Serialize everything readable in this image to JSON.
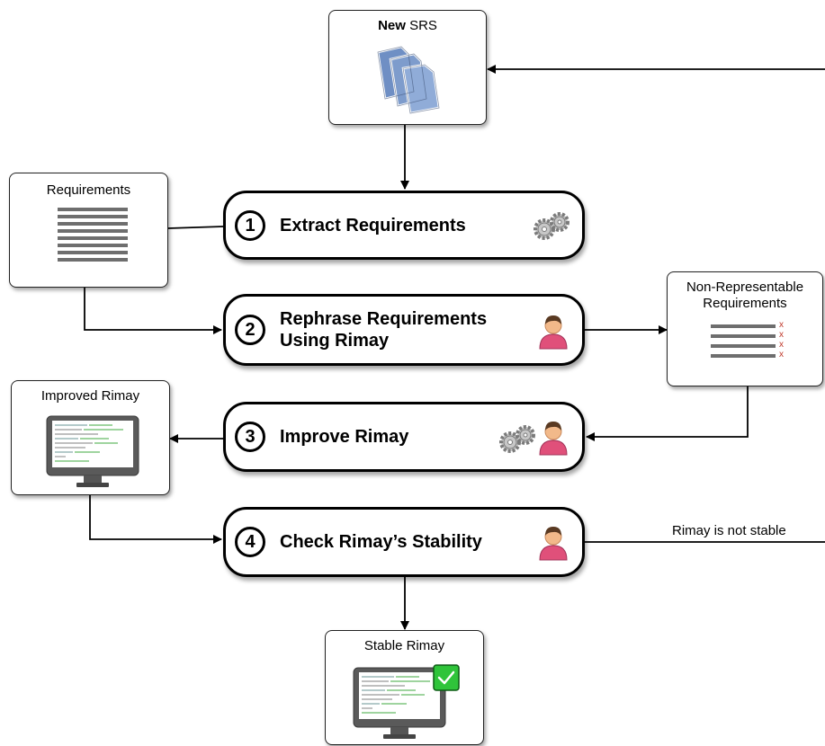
{
  "srs": {
    "label_bold": "New",
    "label_rest": " SRS"
  },
  "requirements_doc": {
    "label": "Requirements"
  },
  "nonrep_doc": {
    "label_line1": "Non-Representable",
    "label_line2": "Requirements",
    "mark": "x"
  },
  "improved_doc": {
    "label": "Improved Rimay"
  },
  "stable_doc": {
    "label": "Stable Rimay"
  },
  "steps": [
    {
      "number": "1",
      "title": "Extract Requirements",
      "icons": [
        "gears-icon"
      ]
    },
    {
      "number": "2",
      "title_line1": "Rephrase Requirements",
      "title_line2": "Using Rimay",
      "icons": [
        "person-icon"
      ]
    },
    {
      "number": "3",
      "title": "Improve Rimay",
      "icons": [
        "gears-icon",
        "person-icon"
      ]
    },
    {
      "number": "4",
      "title": "Check Rimay’s Stability",
      "icons": [
        "person-icon"
      ]
    }
  ],
  "edges": {
    "not_stable_label": "Rimay is not stable"
  },
  "colors": {
    "accent_check": "#2fc43a",
    "doc_blue": "#7e9ccc",
    "person_shirt": "#e0507a",
    "reject_mark": "#c0392b"
  }
}
